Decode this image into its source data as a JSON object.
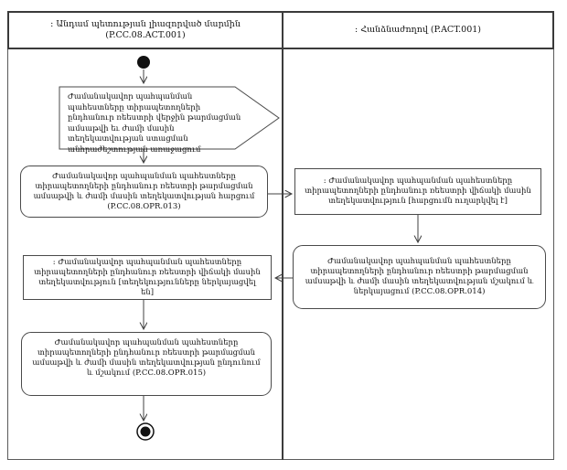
{
  "diagram": {
    "title_semantic": "activity-diagram-temporary-storage-registry-update-info",
    "colors": {
      "line": "#404040",
      "border": "#4a4a4a",
      "background": "#ffffff",
      "text": "#111111",
      "node_fill": "#111111"
    },
    "lanes": [
      {
        "id": "member-state-authorized-body",
        "title": ": Անդամ պետության լիազորված մարմին (P.CC.08.ACT.001)"
      },
      {
        "id": "commission",
        "title": ": Հանձնաժողով (P.ACT.001)"
      }
    ],
    "nodes": [
      {
        "id": "signal-need-arises",
        "type": "send-signal",
        "lane": 0,
        "text": "Ժամանակավոր պահպանման պահեստները տիրապետողների ընդհանուր ռեեստրի վերջին թարմացման ամսաթվի եւ ժամի մասին տեղեկատվության ստացման անհրաժեշտության առաջացում"
      },
      {
        "id": "action-request-info",
        "type": "action",
        "lane": 0,
        "text": "Ժամանակավոր պահպանման պահեստները տիրապետողների ընդհանուր ռեեստրի թարմացման ամսաթվի և ժամի մասին տեղեկատվության հարցում (P.CC.08.OPR.013)"
      },
      {
        "id": "object-request-sent",
        "type": "object",
        "lane": 1,
        "text": ": Ժամանակավոր պահպանման պահեստները տիրապետողների ընդհանուր ռեեստրի վիճակի մասին տեղեկատվություն [հարցումն ուղարկվել է]"
      },
      {
        "id": "action-process-present",
        "type": "action",
        "lane": 1,
        "text": "Ժամանակավոր պահպանման պահեստները տիրապետողների ընդհանուր ռեեստրի թարմացման ամսաթվի և ժամի մասին տեղեկատվության մշակում և ներկայացում (P.CC.08.OPR.014)"
      },
      {
        "id": "object-info-presented",
        "type": "object",
        "lane": 0,
        "text": ": Ժամանակավոր պահպանման պահեստները տիրապետողների ընդհանուր ռեեստրի վիճակի մասին տեղեկատվություն [տեղեկությունները ներկայացվել են]"
      },
      {
        "id": "action-receive-process",
        "type": "action",
        "lane": 0,
        "text": "Ժամանակավոր պահպանման պահեստները տիրապետողների ընդհանուր ռեեստրի թարմացման ամսաթվի և ժամի մասին տեղեկատվության ընդունում և մշակում (P.CC.08.OPR.015)"
      }
    ]
  }
}
